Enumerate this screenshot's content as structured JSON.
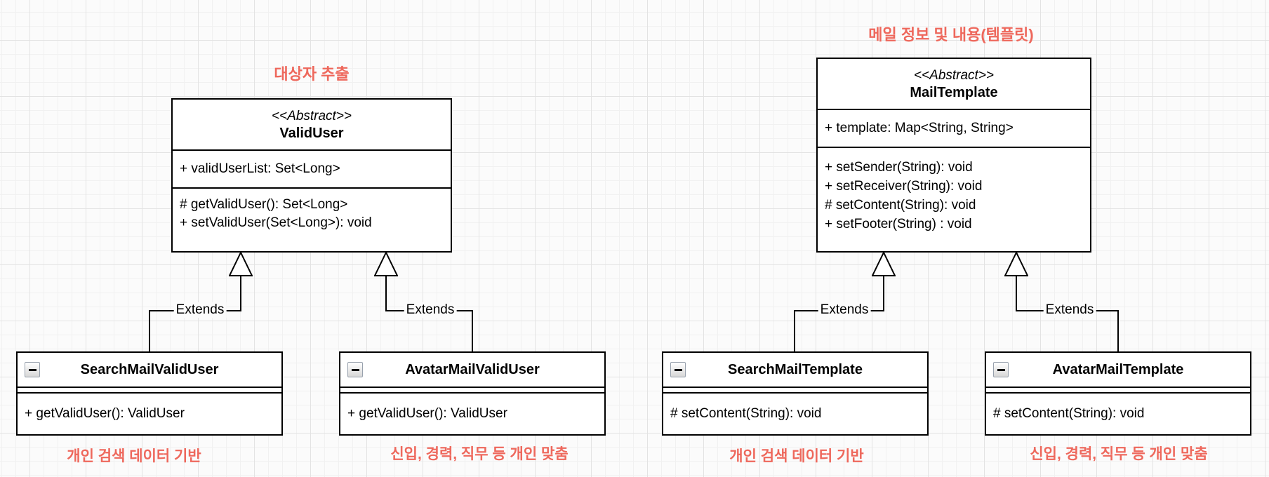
{
  "page": {
    "background": "#fbfbfb",
    "grid_minor_color": "#f1f1f1",
    "grid_major_color": "#e3e3e3"
  },
  "colors": {
    "annotation_text": "#ee685c",
    "box_border": "#000000",
    "box_fill": "#ffffff"
  },
  "relationship_label": "Extends",
  "annotations": {
    "valid_user_group_title": "대상자 추출",
    "mail_template_group_title": "메일 정보 및 내용(템플릿)",
    "search_mail_valid_user_note": "개인 검색 데이터 기반",
    "avatar_mail_valid_user_note": "신입, 경력, 직무 등 개인 맞춤",
    "search_mail_template_note": "개인 검색 데이터 기반",
    "avatar_mail_template_note": "신입, 경력, 직무 등 개인 맞춤"
  },
  "classes": {
    "valid_user": {
      "stereotype": "<<Abstract>>",
      "name": "ValidUser",
      "attributes": [
        "+ validUserList: Set<Long>"
      ],
      "methods": [
        "# getValidUser(): Set<Long>",
        "+ setValidUser(Set<Long>): void"
      ]
    },
    "mail_template": {
      "stereotype": "<<Abstract>>",
      "name": "MailTemplate",
      "attributes": [
        "+ template: Map<String, String>"
      ],
      "methods": [
        "+ setSender(String): void",
        "+ setReceiver(String): void",
        "# setContent(String): void",
        "+ setFooter(String) : void"
      ]
    },
    "search_mail_valid_user": {
      "name": "SearchMailValidUser",
      "methods": [
        "+ getValidUser(): ValidUser"
      ]
    },
    "avatar_mail_valid_user": {
      "name": "AvatarMailValidUser",
      "methods": [
        "+ getValidUser(): ValidUser"
      ]
    },
    "search_mail_template": {
      "name": "SearchMailTemplate",
      "methods": [
        "# setContent(String): void"
      ]
    },
    "avatar_mail_template": {
      "name": "AvatarMailTemplate",
      "methods": [
        "# setContent(String): void"
      ]
    }
  }
}
